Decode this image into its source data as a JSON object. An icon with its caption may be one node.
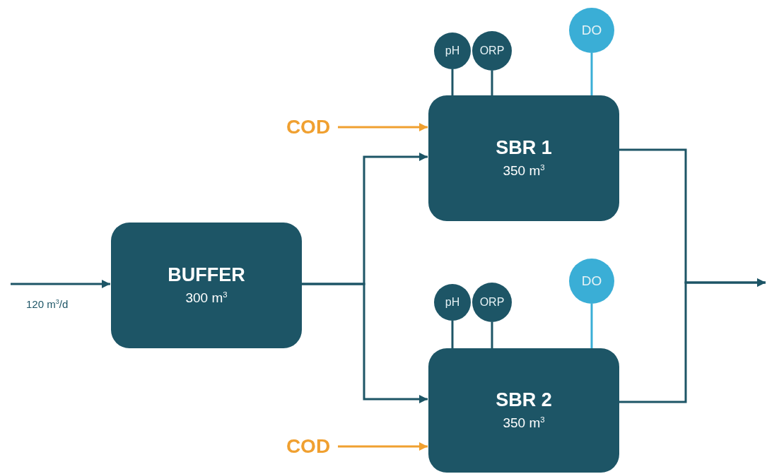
{
  "diagram": {
    "nodes": [
      {
        "text": [
          "BUFFER",
          "300 m$^{3}$"
        ]
      },
      {
        "text": [
          "SBR 1",
          "350 m$^{3}$"
        ]
      },
      {
        "text": [
          "SBR 2",
          "350 m$^{3}$"
        ]
      },
      {
        "text": [
          "pH"
        ]
      },
      {
        "text": [
          "ORP"
        ]
      },
      {
        "text": [
          "DO"
        ]
      },
      {
        "text": [
          "pH"
        ]
      },
      {
        "text": [
          "ORP"
        ]
      },
      {
        "text": [
          "DO"
        ]
      },
      {
        "text": [
          "COD"
        ]
      },
      {
        "text": [
          "COD"
        ]
      }
    ],
    "edges": [
      {
        "from": null,
        "to": 0,
        "arrow": "to",
        "label": "120 m$^{3}$/d"
      },
      {
        "from": 0,
        "to": 1,
        "arrow": "to"
      },
      {
        "from": 0,
        "to": 2,
        "arrow": "to"
      },
      {
        "from": 9,
        "to": 1,
        "arrow": "to",
        "color": "#f0a030"
      },
      {
        "from": 10,
        "to": 2,
        "arrow": "to",
        "color": "#f0a030"
      },
      {
        "from": 3,
        "to": 1,
        "arrow": "none"
      },
      {
        "from": 4,
        "to": 1,
        "arrow": "none"
      },
      {
        "from": 5,
        "to": 1,
        "arrow": "none",
        "color": "#3aaed6"
      },
      {
        "from": 6,
        "to": 2,
        "arrow": "none"
      },
      {
        "from": 7,
        "to": 2,
        "arrow": "none"
      },
      {
        "from": 8,
        "to": 2,
        "arrow": "none",
        "color": "#3aaed6"
      },
      {
        "from": 1,
        "to": null,
        "arrow": "to"
      },
      {
        "from": 2,
        "to": null,
        "arrow": "to"
      }
    ]
  }
}
